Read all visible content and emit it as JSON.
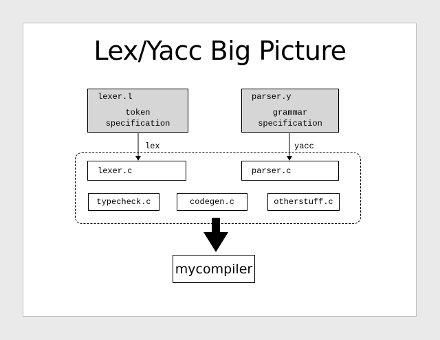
{
  "title": "Lex/Yacc Big Picture",
  "lexer_spec": {
    "file": "lexer.l",
    "description_line1": "token",
    "description_line2": "specification"
  },
  "parser_spec": {
    "file": "parser.y",
    "description_line1": "grammar",
    "description_line2": "specification"
  },
  "arrows": {
    "lex_label": "lex",
    "yacc_label": "yacc"
  },
  "generated_files": {
    "lexer_c": "lexer.c",
    "parser_c": "parser.c"
  },
  "source_files": {
    "typecheck": "typecheck.c",
    "codegen": "codegen.c",
    "otherstuff": "otherstuff.c"
  },
  "output": "mycompiler",
  "colors": {
    "spec_box_fill": "#d6d6d6",
    "stroke": "#000000",
    "slide_background": "#ffffff",
    "page_background": "#eaeaea"
  }
}
